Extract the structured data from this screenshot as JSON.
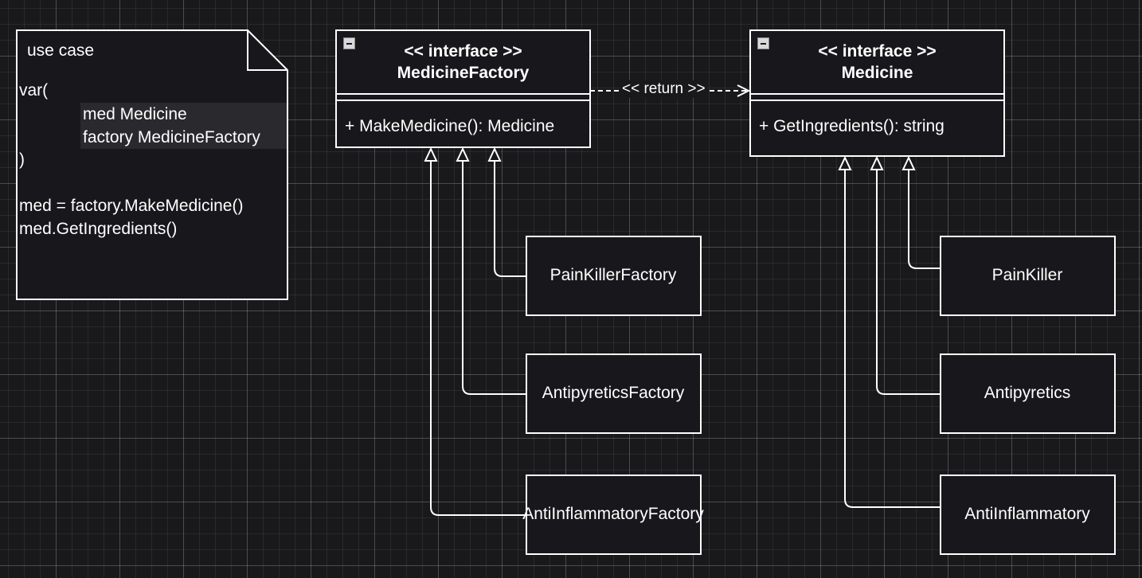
{
  "note": {
    "title": "use case",
    "lines": {
      "var_open": "var(",
      "med_decl": "med Medicine",
      "factory_decl": "factory MedicineFactory",
      "var_close": ")",
      "assign": "med = factory.MakeMedicine()",
      "call": "med.GetIngredients()"
    }
  },
  "medicine_factory": {
    "stereotype": "<< interface >>",
    "name": "MedicineFactory",
    "method": "+ MakeMedicine(): Medicine"
  },
  "medicine": {
    "stereotype": "<< interface >>",
    "name": "Medicine",
    "method": "+ GetIngredients(): string"
  },
  "return_label": "<< return >>",
  "factories": {
    "painkiller": "PainKillerFactory",
    "antipyretics": "AntipyreticsFactory",
    "antiinflammatory": "AntiInflammatoryFactory"
  },
  "products": {
    "painkiller": "PainKiller",
    "antipyretics": "Antipyretics",
    "antiinflammatory": "AntiInflammatory"
  }
}
